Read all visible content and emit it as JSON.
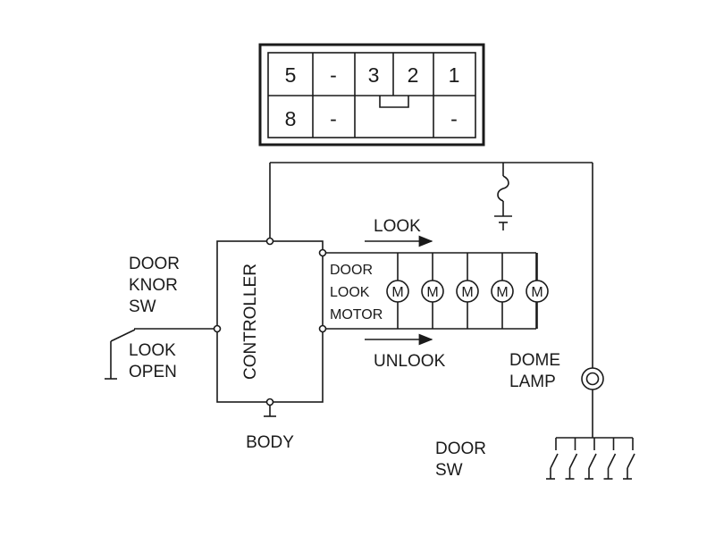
{
  "connector": {
    "row1": [
      "5",
      "-",
      "3",
      "2",
      "1"
    ],
    "row2": [
      "8",
      "-",
      "",
      "",
      "-"
    ]
  },
  "labels": {
    "door_knob_sw": [
      "DOOR",
      "KNOR",
      "SW"
    ],
    "look_open": [
      "LOOK",
      "OPEN"
    ],
    "controller": "CONTROLLER",
    "body": "BODY",
    "door_look_motor": [
      "DOOR",
      "LOOK",
      "MOTOR"
    ],
    "motor_symbol": "M",
    "look": "LOOK",
    "unlook": "UNLOOK",
    "dome_lamp": [
      "DOME",
      "LAMP"
    ],
    "door_sw": [
      "DOOR",
      "SW"
    ]
  },
  "motor_count": 5,
  "door_switch_count": 5
}
